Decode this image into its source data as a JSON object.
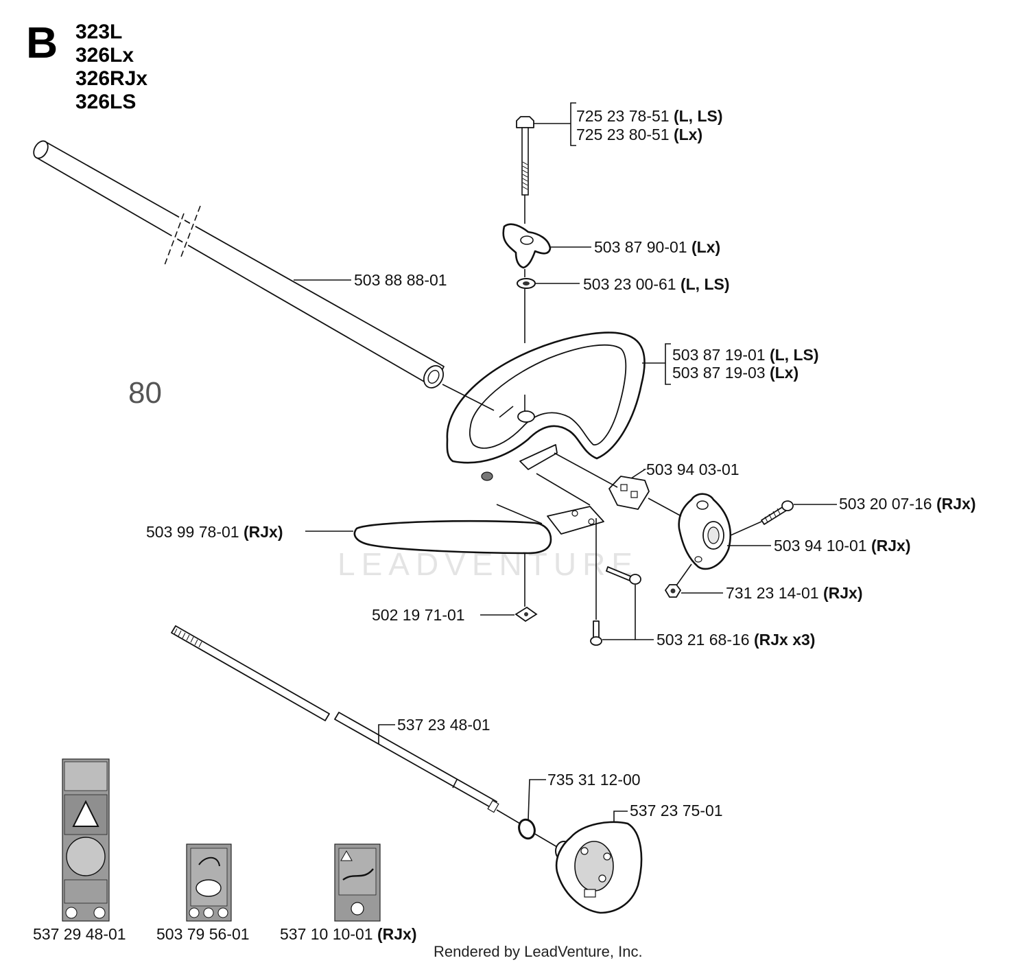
{
  "header": {
    "section_letter": "B",
    "models": [
      "323L",
      "326Lx",
      "326RJx",
      "326LS"
    ]
  },
  "page_number": "80",
  "watermark": "LEADVENTURE",
  "footer": "Rendered by LeadVenture, Inc.",
  "parts": {
    "bolt_a": {
      "num": "725 23 78-51",
      "note": "(L, LS)"
    },
    "bolt_b": {
      "num": "725 23 80-51",
      "note": "(Lx)"
    },
    "knob": {
      "num": "503 87 90-01",
      "note": "(Lx)"
    },
    "washer": {
      "num": "503 23 00-61",
      "note": "(L, LS)"
    },
    "tube": {
      "num": "503 88 88-01",
      "note": ""
    },
    "handle_a": {
      "num": "503 87 19-01",
      "note": "(L, LS)"
    },
    "handle_b": {
      "num": "503 87 19-03",
      "note": "(Lx)"
    },
    "clip": {
      "num": "503 94 03-01",
      "note": ""
    },
    "screw_r": {
      "num": "503 20 07-16",
      "note": "(RJx)"
    },
    "bar": {
      "num": "503 99 78-01",
      "note": "(RJx)"
    },
    "clamp": {
      "num": "503 94 10-01",
      "note": "(RJx)"
    },
    "nut": {
      "num": "731 23 14-01",
      "note": "(RJx)"
    },
    "square_nut": {
      "num": "502 19 71-01",
      "note": ""
    },
    "screws_x3": {
      "num": "503 21 68-16",
      "note": "(RJx x3)"
    },
    "shaft": {
      "num": "537 23 48-01",
      "note": ""
    },
    "oring": {
      "num": "735 31 12-00",
      "note": ""
    },
    "drum": {
      "num": "537 23 75-01",
      "note": ""
    },
    "decal1": {
      "num": "537 29 48-01",
      "note": ""
    },
    "decal2": {
      "num": "503 79 56-01",
      "note": ""
    },
    "decal3": {
      "num": "537 10 10-01",
      "note": "(RJx)"
    }
  },
  "icons": {
    "decal1": "safety-warning-decal-icon",
    "decal2": "trimmer-head-decal-icon",
    "decal3": "warning-hand-decal-icon"
  }
}
